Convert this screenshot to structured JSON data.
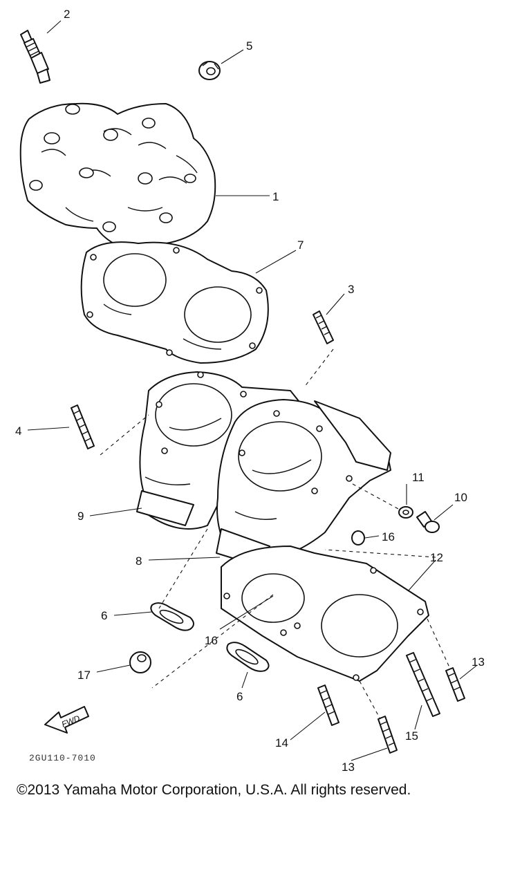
{
  "callouts": {
    "c1": "1",
    "c2": "2",
    "c3": "3",
    "c4": "4",
    "c5": "5",
    "c6a": "6",
    "c6b": "6",
    "c7": "7",
    "c8": "8",
    "c9": "9",
    "c10": "10",
    "c11": "11",
    "c12": "12",
    "c13a": "13",
    "c13b": "13",
    "c14": "14",
    "c15": "15",
    "c16a": "16",
    "c16b": "16",
    "c17": "17"
  },
  "fwd_label": "FWD",
  "diagram_code": "2GU110-7010",
  "copyright": "©2013 Yamaha Motor Corporation, U.S.A. All rights reserved."
}
